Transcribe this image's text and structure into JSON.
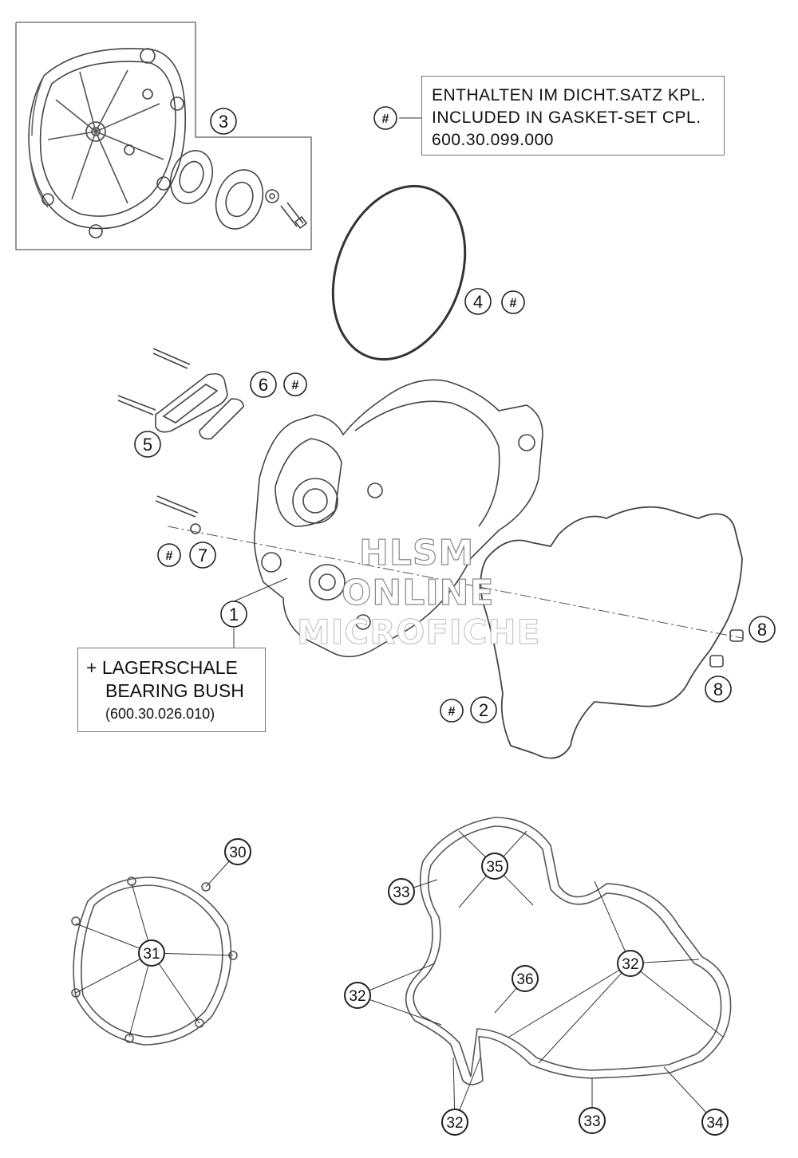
{
  "gasket_note": {
    "line1": "ENTHALTEN IM DICHT.SATZ KPL.",
    "line2": "INCLUDED IN GASKET-SET CPL.",
    "line3": "600.30.099.000"
  },
  "bush_note": {
    "line1": "+ LAGERSCHALE",
    "line2": "BEARING BUSH",
    "line3": "(600.30.026.010)"
  },
  "watermark": {
    "line1": "HLSM",
    "line2": "ONLINE",
    "line3": "MICROFICHE"
  },
  "callouts": {
    "hash": "#",
    "n1": "1",
    "n2": "2",
    "n3": "3",
    "n4": "4",
    "n5": "5",
    "n6": "6",
    "n7": "7",
    "n8": "8",
    "n30": "30",
    "n31": "31",
    "n32": "32",
    "n33": "33",
    "n34": "34",
    "n35": "35",
    "n36": "36"
  }
}
